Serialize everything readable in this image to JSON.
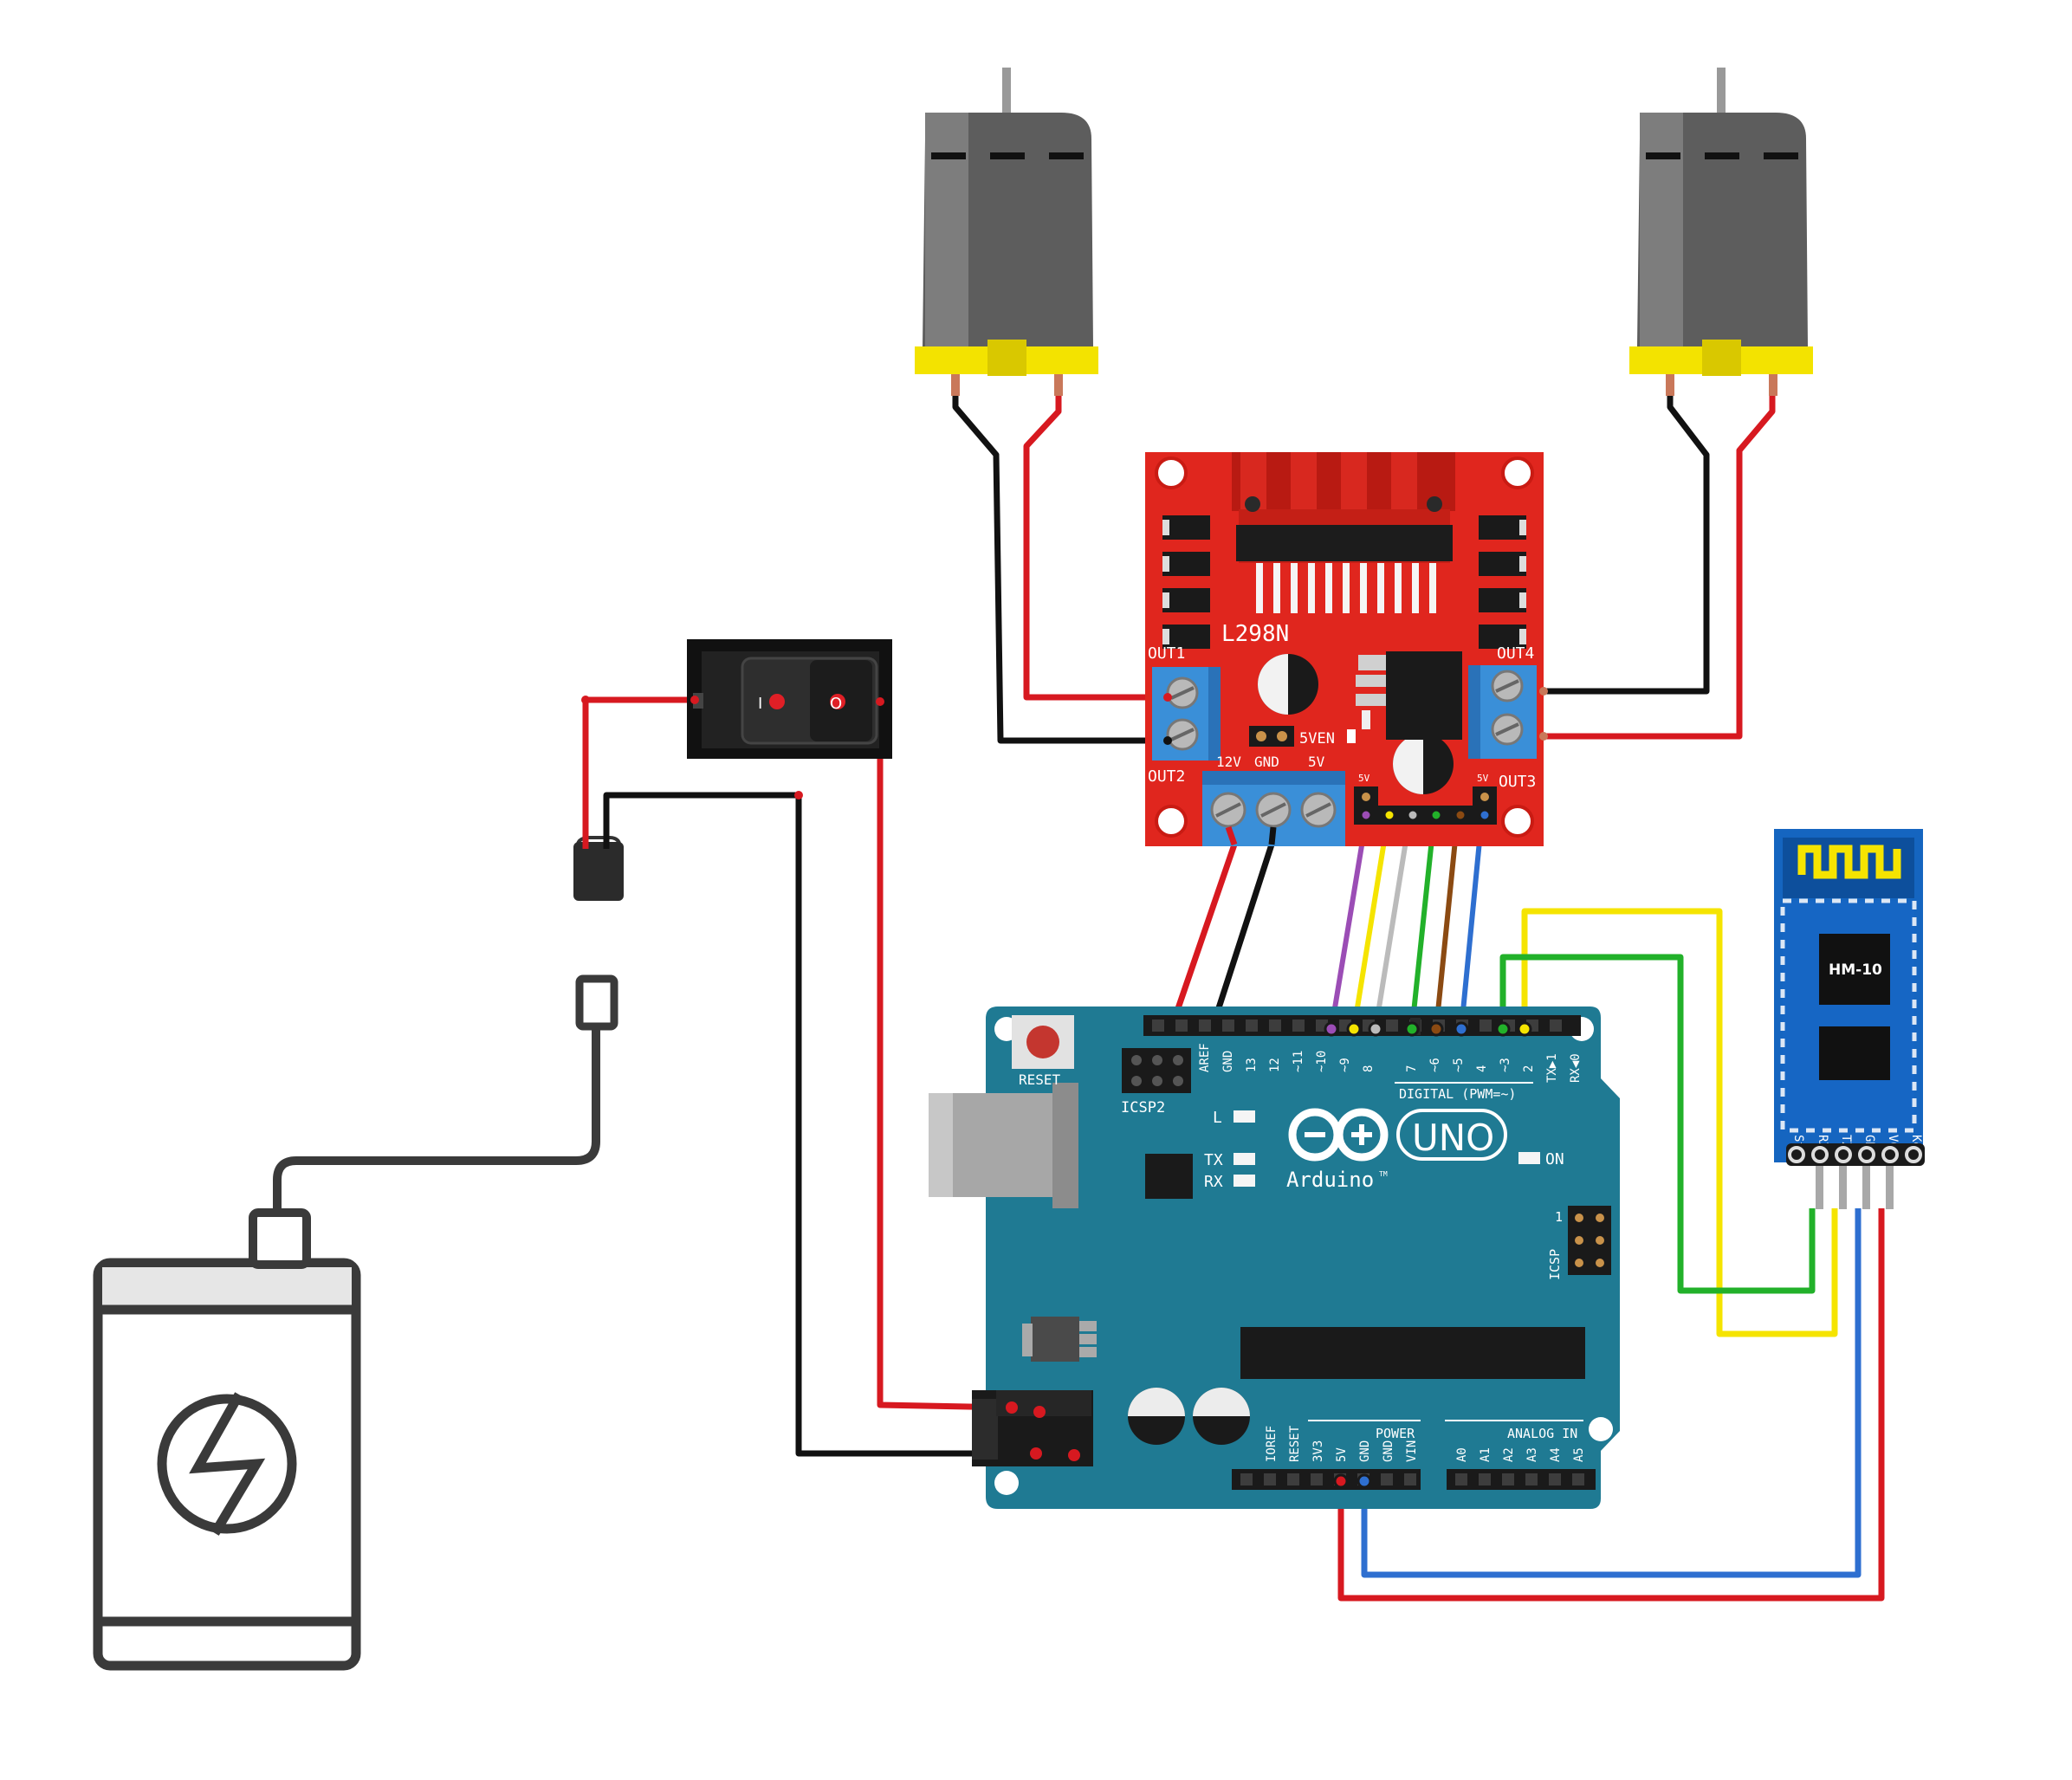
{
  "motor_driver": {
    "model": "L298N",
    "out1": "OUT1",
    "out2": "OUT2",
    "out3": "OUT3",
    "out4": "OUT4",
    "v12": "12V",
    "gnd": "GND",
    "v5": "5V",
    "en5v": "5VEN",
    "pin5v_left": "5V",
    "pin5v_right": "5V"
  },
  "arduino": {
    "reset": "RESET",
    "icsp2": "ICSP2",
    "icsp": "ICSP",
    "icsp_pin1": "1",
    "l": "L",
    "tx": "TX",
    "rx": "RX",
    "on": "ON",
    "brand": "Arduino",
    "tm": "TM",
    "model": "UNO",
    "digital": "DIGITAL (PWM=~)",
    "power": "POWER",
    "analog": "ANALOG IN",
    "digital_pins": [
      "AREF",
      "GND",
      "13",
      "12",
      "~11",
      "~10",
      "~9",
      "8",
      "7",
      "~6",
      "~5",
      "4",
      "~3",
      "2",
      "TX▶1",
      "RX◀0"
    ],
    "power_pins": [
      "IOREF",
      "RESET",
      "3V3",
      "5V",
      "GND",
      "GND",
      "VIN"
    ],
    "analog_pins": [
      "A0",
      "A1",
      "A2",
      "A3",
      "A4",
      "A5"
    ]
  },
  "bluetooth": {
    "model": "HM-10",
    "pins": [
      "State",
      "RXD",
      "TXD",
      "GND",
      "VCC",
      "Key"
    ]
  },
  "switch": {
    "on": "I",
    "off": "O"
  },
  "colors": {
    "board_red": "#e0261e",
    "arduino_teal": "#1f7a93",
    "bt_blue": "#1565c0",
    "terminal_blue": "#3a8fd8",
    "wire_red": "#d71920",
    "wire_black": "#111111",
    "wire_yellow": "#f5e400",
    "wire_green": "#22b12a",
    "wire_blue": "#2e6fd0",
    "wire_purple": "#9b4db5",
    "wire_brown": "#8b4a12",
    "motor_yellow": "#f3e300",
    "motor_grey": "#5d5d5d"
  }
}
